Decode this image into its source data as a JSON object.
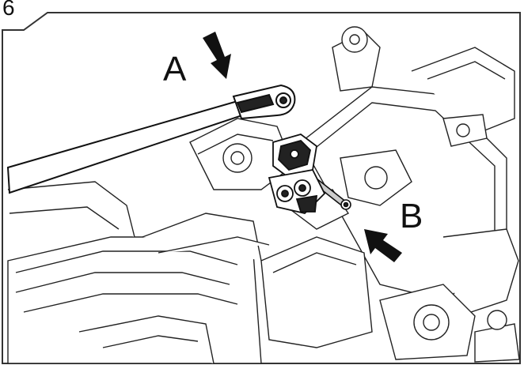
{
  "step": {
    "number": "6"
  },
  "callouts": [
    {
      "label": "A"
    },
    {
      "label": "B"
    }
  ]
}
